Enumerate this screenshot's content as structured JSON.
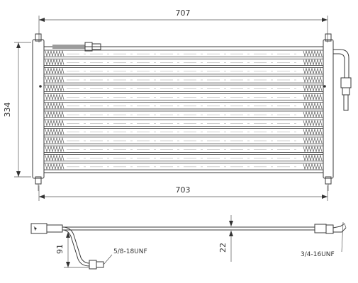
{
  "dimensions": {
    "top_width": "707",
    "bottom_width": "703",
    "height": "334",
    "side_offset": "91",
    "bottom_offset": "22"
  },
  "fittings": {
    "left_thread": "5/8-18UNF",
    "right_thread": "3/4-16UNF"
  },
  "condenser": {
    "tube_count": 14
  }
}
